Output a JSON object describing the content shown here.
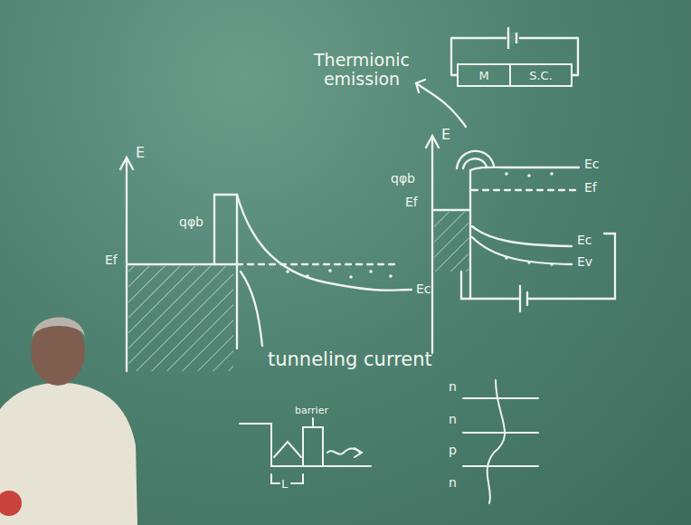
{
  "diagram": {
    "nodes": [
      {
        "text": [
          "M"
        ]
      },
      {
        "text": [
          "S.C."
        ]
      }
    ],
    "edges": [
      {
        "from": 0,
        "to": 1,
        "arrow": "none"
      }
    ],
    "labels": [
      "Thermionic emission",
      "E",
      "qφb",
      "Ef",
      "Ec",
      "tunneling current",
      "barrier",
      "L",
      "E",
      "qφb",
      "Ef",
      "Ec",
      "Ef",
      "Ec",
      "Ev",
      "n",
      "n",
      "p",
      "n"
    ]
  }
}
